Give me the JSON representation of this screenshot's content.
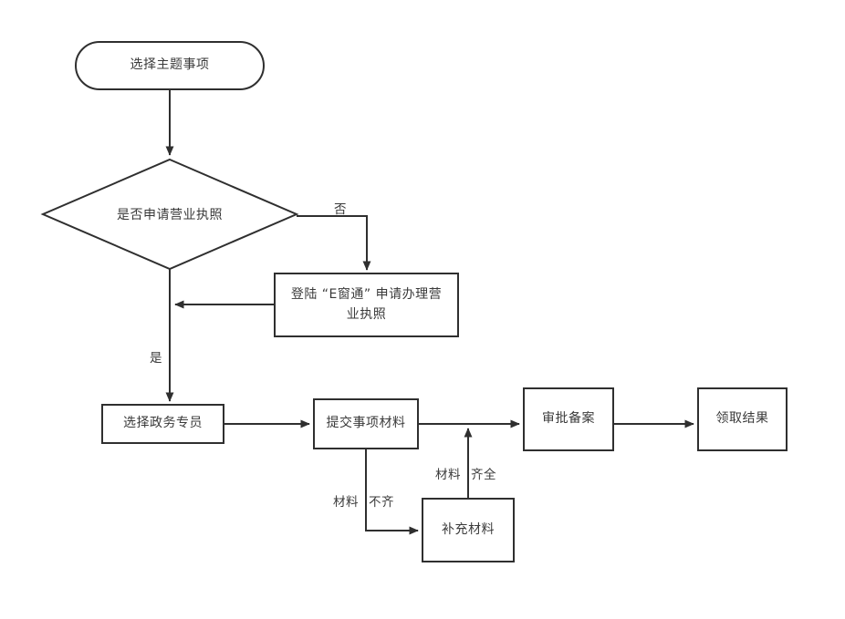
{
  "diagram": {
    "type": "flowchart",
    "orientation": "top-to-bottom",
    "background_color": "#ffffff",
    "line_color": "#2f2f2f",
    "text_color": "#3a3a3a",
    "nodes": [
      {
        "id": "start",
        "shape": "stadium",
        "label": "选择主题事项"
      },
      {
        "id": "decision",
        "shape": "diamond",
        "label": "是否申请营业执照"
      },
      {
        "id": "ecwt",
        "shape": "rectangle",
        "label_line1": "登陆 “E窗通” 申请办理营",
        "label_line2": "业执照"
      },
      {
        "id": "officer",
        "shape": "rectangle",
        "label": "选择政务专员"
      },
      {
        "id": "submit",
        "shape": "rectangle",
        "label": "提交事项材料"
      },
      {
        "id": "approve",
        "shape": "rectangle",
        "label": "审批备案"
      },
      {
        "id": "result",
        "shape": "rectangle",
        "label": "领取结果"
      },
      {
        "id": "supplement",
        "shape": "rectangle",
        "label": "补充材料"
      }
    ],
    "edge_labels": {
      "no": "否",
      "yes": "是",
      "docs_incomplete_a": "材料",
      "docs_incomplete_b": "不齐",
      "docs_complete_a": "材料",
      "docs_complete_b": "齐全"
    },
    "edges": [
      {
        "from": "start",
        "to": "decision",
        "label": ""
      },
      {
        "from": "decision",
        "to": "ecwt",
        "label": "否"
      },
      {
        "from": "ecwt",
        "to": "officer",
        "label": ""
      },
      {
        "from": "decision",
        "to": "officer",
        "label": "是"
      },
      {
        "from": "officer",
        "to": "submit",
        "label": ""
      },
      {
        "from": "submit",
        "to": "approve",
        "label": ""
      },
      {
        "from": "approve",
        "to": "result",
        "label": ""
      },
      {
        "from": "submit",
        "to": "supplement",
        "label": "材料 不齐"
      },
      {
        "from": "supplement",
        "to": "approve",
        "label": "材料 齐全"
      }
    ]
  }
}
